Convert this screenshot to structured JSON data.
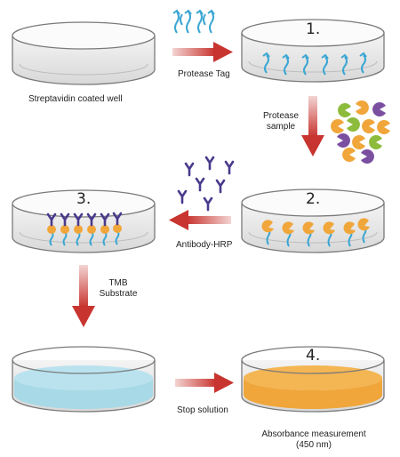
{
  "labels": {
    "well_caption": "Streptavidin coated well",
    "protease_tag": "Protease Tag",
    "protease_sample_line1": "Protease",
    "protease_sample_line2": "sample",
    "antibody_hrp": "Antibody-HRP",
    "tmb_line1": "TMB",
    "tmb_line2": "Substrate",
    "stop_solution": "Stop solution",
    "absorbance_line1": "Absorbance measurement",
    "absorbance_line2": "(450 nm)"
  },
  "steps": {
    "s1": "1.",
    "s2": "2.",
    "s3": "3.",
    "s4": "4."
  },
  "colors": {
    "dish_outline": "#7a7a7a",
    "arrow_red": "#c8342f",
    "tag_blue": "#3aa6d3",
    "protease_orange": "#f0a63a",
    "protease_green": "#8dbb3c",
    "protease_purple": "#7b4fa0",
    "antibody_purple": "#4a3a8c",
    "tmb_liquid": "#a7d9e6",
    "stopped_liquid": "#f0a63a"
  }
}
